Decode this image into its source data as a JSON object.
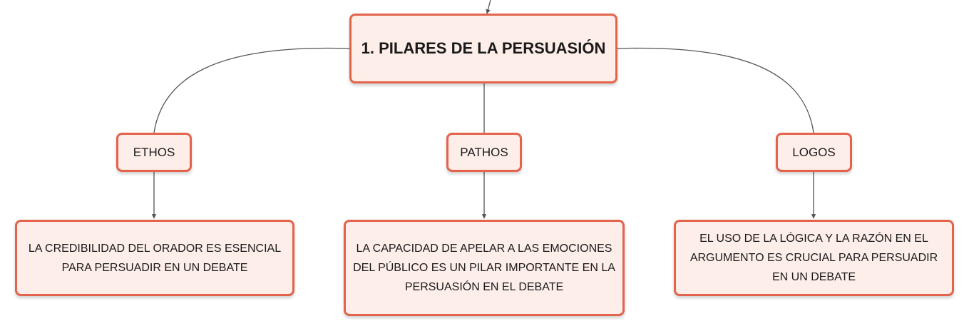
{
  "root": {
    "title": "1. PILARES DE LA PERSUASIÓN"
  },
  "branches": [
    {
      "label": "ETHOS",
      "description": "LA CREDIBILIDAD DEL ORADOR ES ESENCIAL PARA PERSUADIR EN UN DEBATE"
    },
    {
      "label": "PATHOS",
      "description": "LA CAPACIDAD DE APELAR A LAS EMOCIONES DEL PÚBLICO ES UN PILAR IMPORTANTE EN LA PERSUASIÓN EN EL DEBATE"
    },
    {
      "label": "LOGOS",
      "description": "EL USO DE LA LÓGICA Y LA RAZÓN EN EL ARGUMENTO ES CRUCIAL PARA PERSUADIR EN UN DEBATE"
    }
  ],
  "colors": {
    "node_border": "#e3634c",
    "node_fill": "#fdeee9",
    "connector": "#555555"
  }
}
